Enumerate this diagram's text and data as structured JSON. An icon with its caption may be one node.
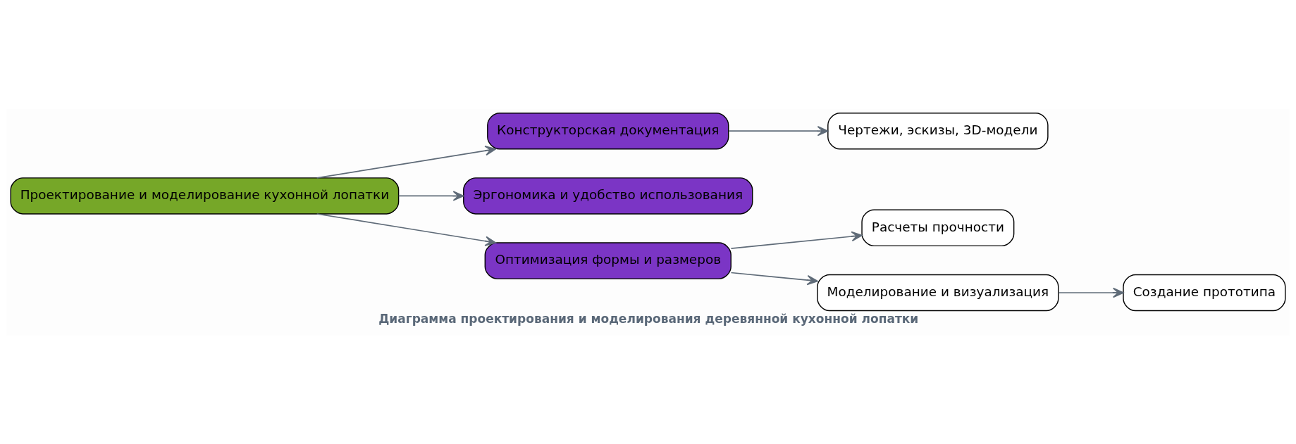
{
  "diagram": {
    "title": "Диаграмма проектирования и моделирования деревянной кухонной лопатки",
    "nodes": [
      {
        "text": [
          "Проектирование и моделирование кухонной лопатки"
        ]
      },
      {
        "text": [
          "Конструкторская документация"
        ]
      },
      {
        "text": [
          "Эргономика и удобство использования"
        ]
      },
      {
        "text": [
          "Оптимизация формы и размеров"
        ]
      },
      {
        "text": [
          "Чертежи, эскизы, 3D-модели"
        ]
      },
      {
        "text": [
          "Расчеты прочности"
        ]
      },
      {
        "text": [
          "Моделирование и визуализация"
        ]
      },
      {
        "text": [
          "Создание прототипа"
        ]
      }
    ],
    "edges": [
      {
        "from": 0,
        "to": 1,
        "arrow": "to"
      },
      {
        "from": 0,
        "to": 2,
        "arrow": "to"
      },
      {
        "from": 0,
        "to": 3,
        "arrow": "to"
      },
      {
        "from": 1,
        "to": 4,
        "arrow": "to"
      },
      {
        "from": 3,
        "to": 5,
        "arrow": "to"
      },
      {
        "from": 3,
        "to": 6,
        "arrow": "to"
      },
      {
        "from": 6,
        "to": 7,
        "arrow": "to"
      }
    ]
  }
}
